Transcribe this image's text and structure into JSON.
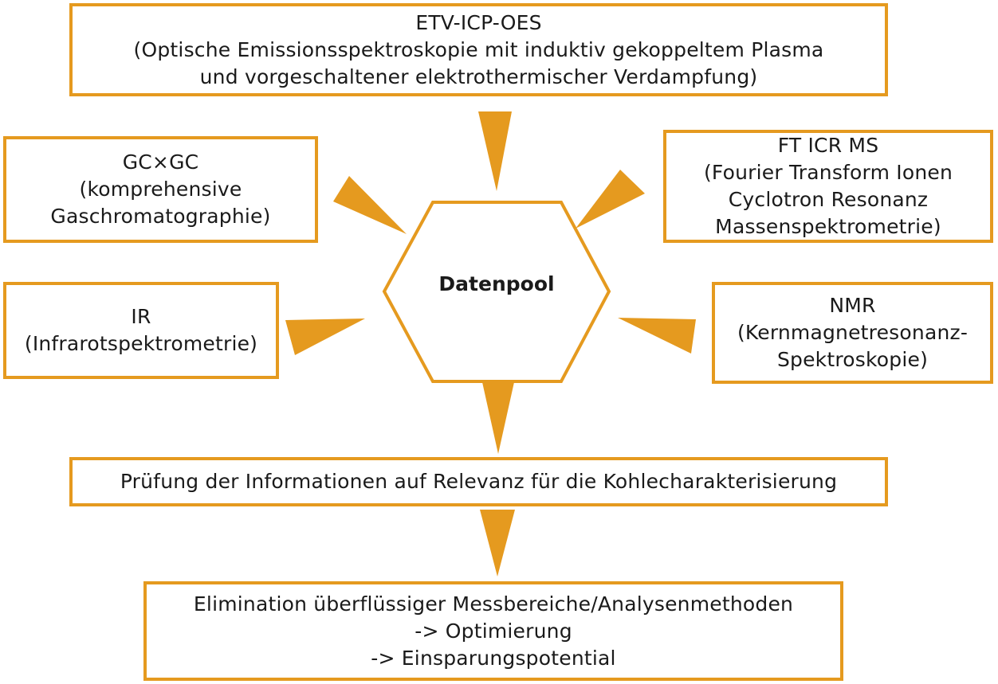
{
  "colors": {
    "accent": "#e59a1f",
    "text": "#1a1a1a",
    "background": "#ffffff"
  },
  "center": {
    "label": "Datenpool"
  },
  "boxes": {
    "top": {
      "lines": [
        "ETV-ICP-OES",
        "(Optische Emissionsspektroskopie mit induktiv gekoppeltem Plasma",
        "und vorgeschaltener elektrothermischer Verdampfung)"
      ]
    },
    "gcxgc": {
      "lines": [
        "GC×GC",
        "(komprehensive",
        "Gaschromatographie)"
      ]
    },
    "ftms": {
      "lines": [
        "FT ICR MS",
        "(Fourier Transform Ionen",
        "Cyclotron Resonanz",
        "Massenspektrometrie)"
      ]
    },
    "ir": {
      "lines": [
        "IR",
        "(Infrarotspektrometrie)"
      ]
    },
    "nmr": {
      "lines": [
        "NMR",
        "(Kernmagnetresonanz-",
        "Spektroskopie)"
      ]
    },
    "check": {
      "lines": [
        "Prüfung der Informationen auf Relevanz für die Kohlecharakterisierung"
      ]
    },
    "elim": {
      "lines": [
        "Elimination überflüssiger Messbereiche/Analysenmethoden",
        "-> Optimierung",
        "-> Einsparungspotential"
      ]
    }
  }
}
